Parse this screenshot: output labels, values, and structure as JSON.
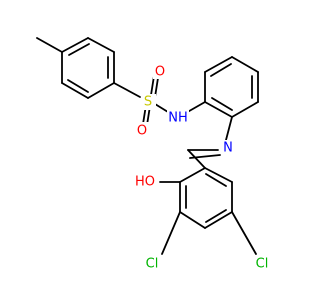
{
  "molecule": {
    "colors": {
      "bond": "#000000",
      "O": "#ff0000",
      "N": "#0000ff",
      "S": "#c8c800",
      "Cl": "#00b400"
    },
    "labels": {
      "O1": "O",
      "O2": "O",
      "S": "S",
      "NH": "NH",
      "N": "N",
      "HO": "HO",
      "Cl1": "Cl",
      "Cl2": "Cl"
    }
  }
}
